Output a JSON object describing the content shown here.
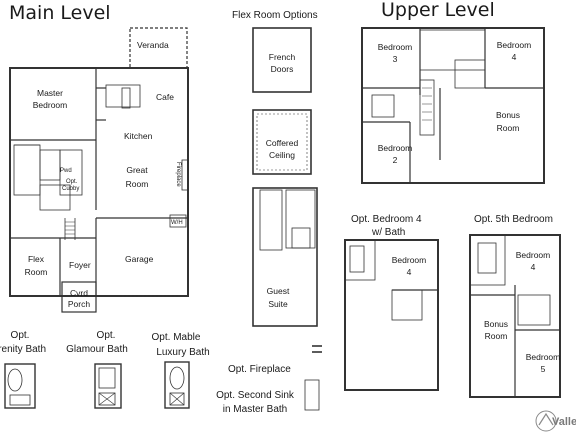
{
  "headings": {
    "main_level": "Main Level",
    "flex_room_options": "Flex Room Options",
    "upper_level": "Upper Level",
    "opt_bedroom4": [
      "Opt. Bedroom 4",
      "w/ Bath"
    ],
    "opt_5th_bedroom": "Opt. 5th Bedroom"
  },
  "main_level": {
    "veranda": "Veranda",
    "master_bedroom": [
      "Master",
      "Bedroom"
    ],
    "cafe": "Cafe",
    "kitchen": "Kitchen",
    "great_room": [
      "Great",
      "Room"
    ],
    "fireplace": "Fireplace",
    "pwd": "Pwd",
    "opt_cubby": [
      "Opt.",
      "Cubby"
    ],
    "wh": "W/H",
    "flex_room": [
      "Flex",
      "Room"
    ],
    "foyer": "Foyer",
    "garage": "Garage",
    "cvrd_porch": [
      "Cvrd",
      "Porch"
    ]
  },
  "flex_options": {
    "french_doors": [
      "French",
      "Doors"
    ],
    "coffered_ceiling": [
      "Coffered",
      "Ceiling"
    ],
    "guest_suite": [
      "Guest",
      "Suite"
    ]
  },
  "upper_level": {
    "bedroom3": [
      "Bedroom",
      "3"
    ],
    "bedroom4": [
      "Bedroom",
      "4"
    ],
    "bonus_room": [
      "Bonus",
      "Room"
    ],
    "bedroom2": [
      "Bedroom",
      "2"
    ]
  },
  "opt_bedroom4_plan": {
    "bedroom4": [
      "Bedroom",
      "4"
    ]
  },
  "opt_5th_plan": {
    "bedroom4": [
      "Bedroom",
      "4"
    ],
    "bonus_room": [
      "Bonus",
      "Room"
    ],
    "bedroom5": [
      "Bedroom",
      "5"
    ]
  },
  "bath_options": {
    "serenity": [
      "Opt.",
      "Serenity Bath"
    ],
    "glamour": [
      "Opt.",
      "Glamour Bath"
    ],
    "mable": [
      "Opt. Mable",
      "Luxury Bath"
    ],
    "fireplace": "Opt. Fireplace",
    "second_sink": [
      "Opt. Second Sink",
      "in Master Bath"
    ]
  },
  "logo": "Valley"
}
